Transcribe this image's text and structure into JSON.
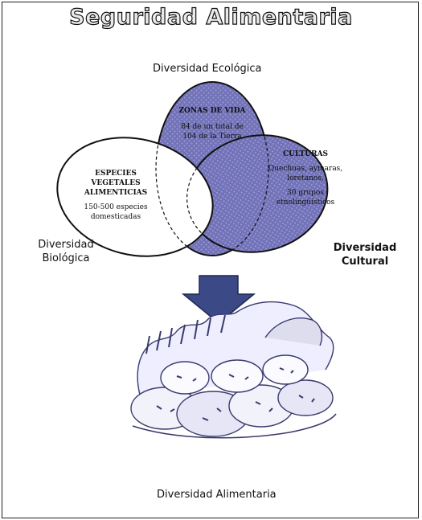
{
  "title": "Seguridad Alimentaria",
  "labels": {
    "ecologica": "Diversidad Ecológica",
    "biologica_line1": "Diversidad",
    "biologica_line2": "Biológica",
    "cultural_line1": "Diversidad",
    "cultural_line2": "Cultural",
    "alimentaria": "Diversidad Alimentaria"
  },
  "sets": {
    "ecologica": {
      "heading": "ZONAS DE VIDA",
      "body": "84 de un total de 104 de la Tierra"
    },
    "biologica": {
      "heading": "ESPECIES VEGETALES ALIMENTICIAS",
      "body": "150-500 especies domesticadas"
    },
    "cultural": {
      "heading": "CULTURAS",
      "body_line1": "Quechuas, aymaras, loretanos,",
      "body_line2": "30 grupos etnolingüísticos"
    }
  },
  "colors": {
    "fill": "#6f6fb4",
    "stroke": "#111111",
    "arrow": "#3b4a86",
    "produce": "#3a3a6e"
  }
}
